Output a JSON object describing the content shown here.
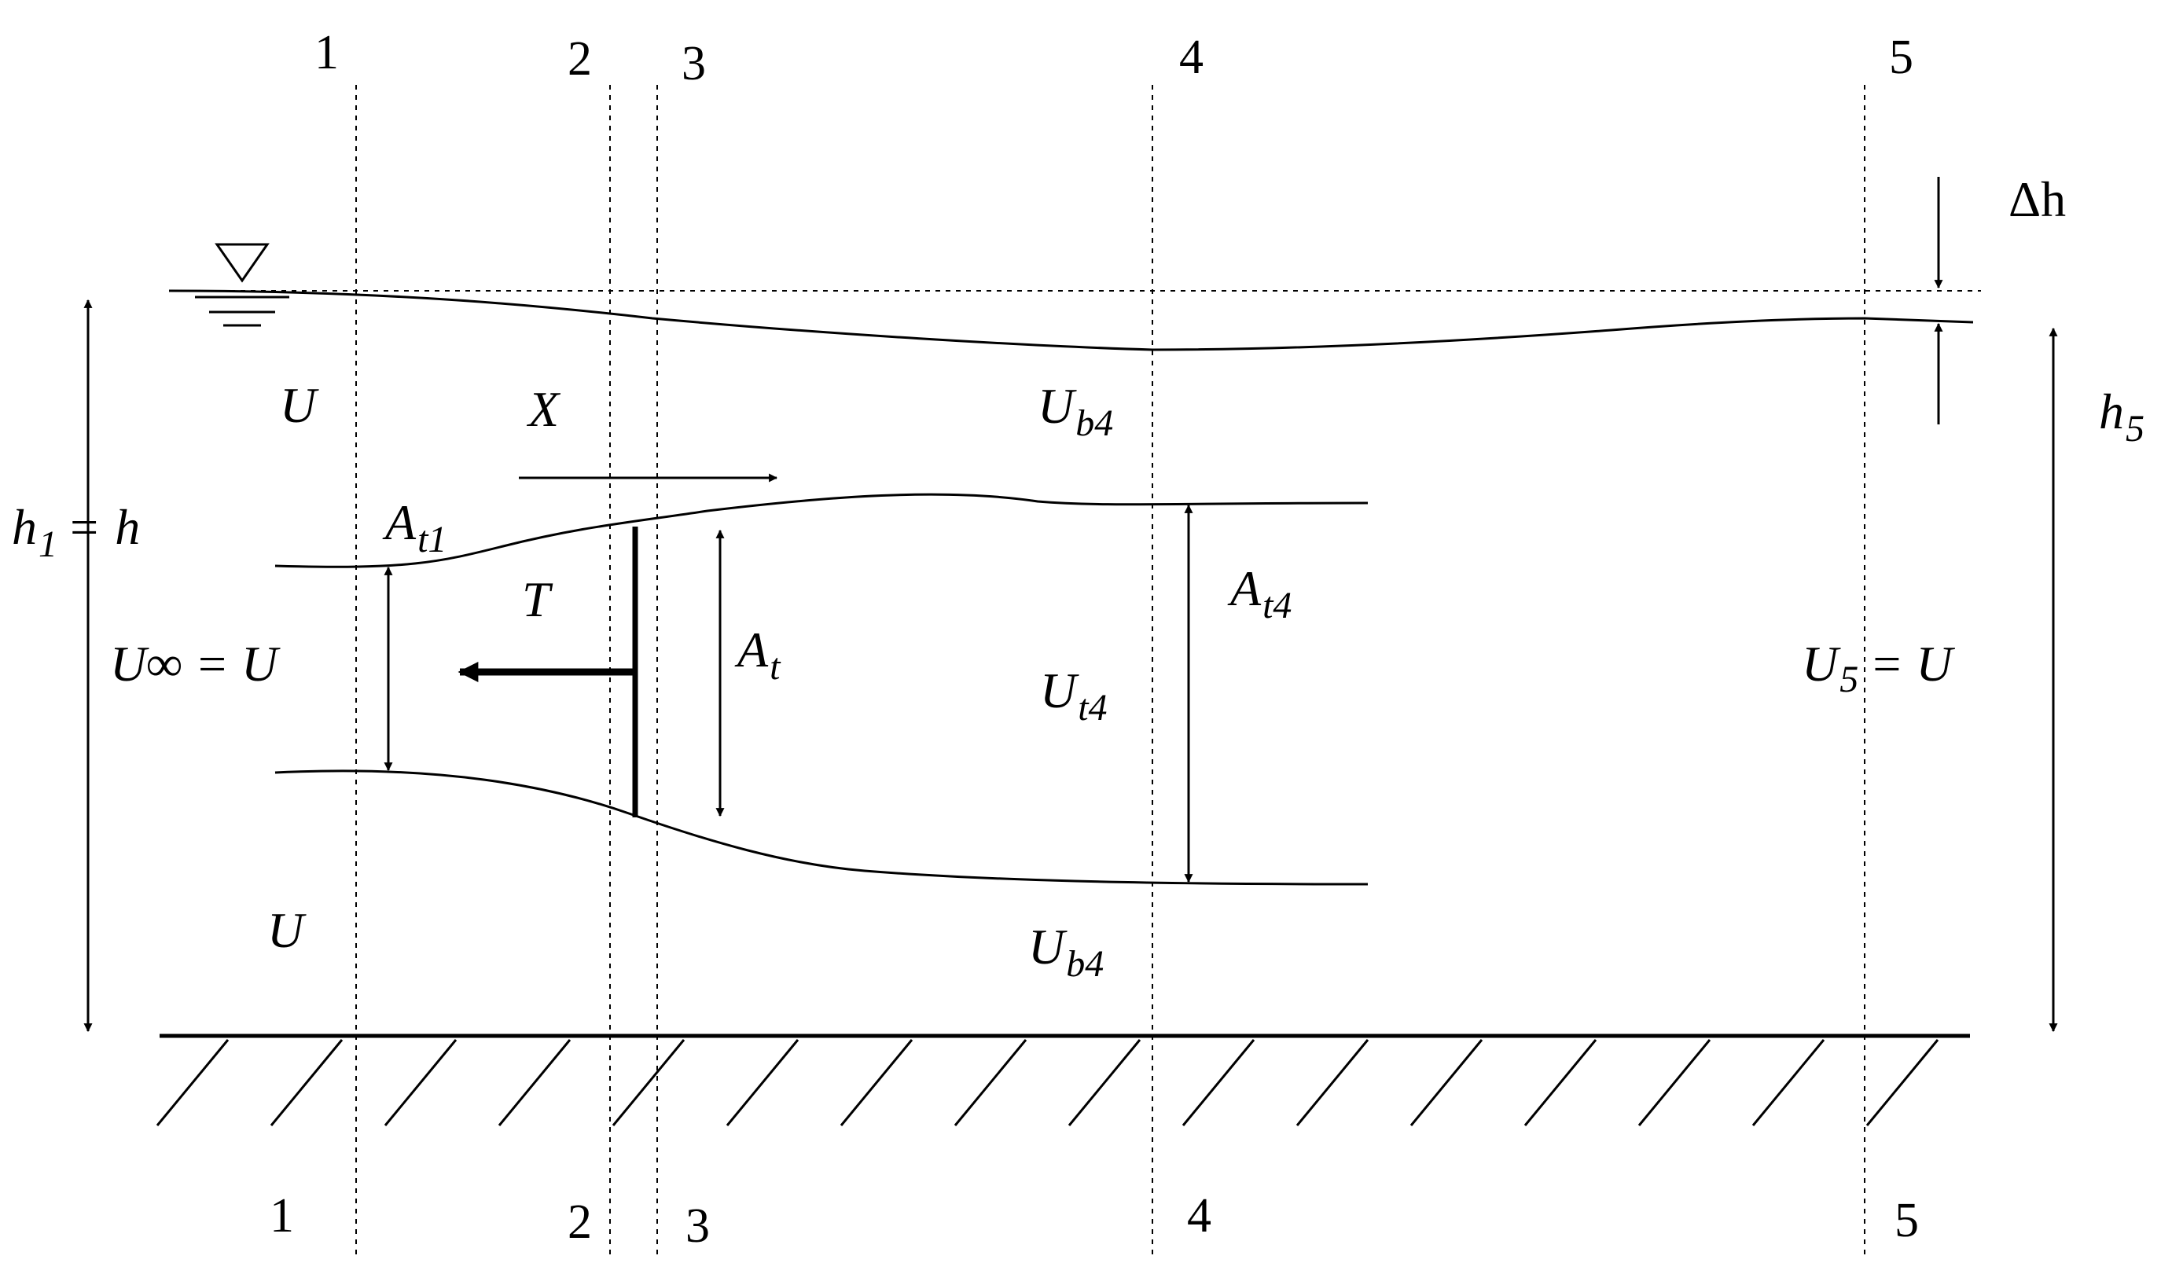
{
  "sections": {
    "s1": "1",
    "s2": "2",
    "s3": "3",
    "s4": "4",
    "s5": "5"
  },
  "labels": {
    "U": "U",
    "X": "X",
    "T": "T",
    "eq": "=",
    "h": "h",
    "h1_sub": "1",
    "h5_sub": "5",
    "U_inf": "U∞ = U",
    "U5_main": "U",
    "U5_rhs": "= U",
    "Ub4_sub": "b4",
    "Ut4_sub": "t4",
    "At_main": "A",
    "At_sub": "t",
    "At1_sub": "t1",
    "At4_sub": "t4",
    "delta_h": "Δh"
  }
}
